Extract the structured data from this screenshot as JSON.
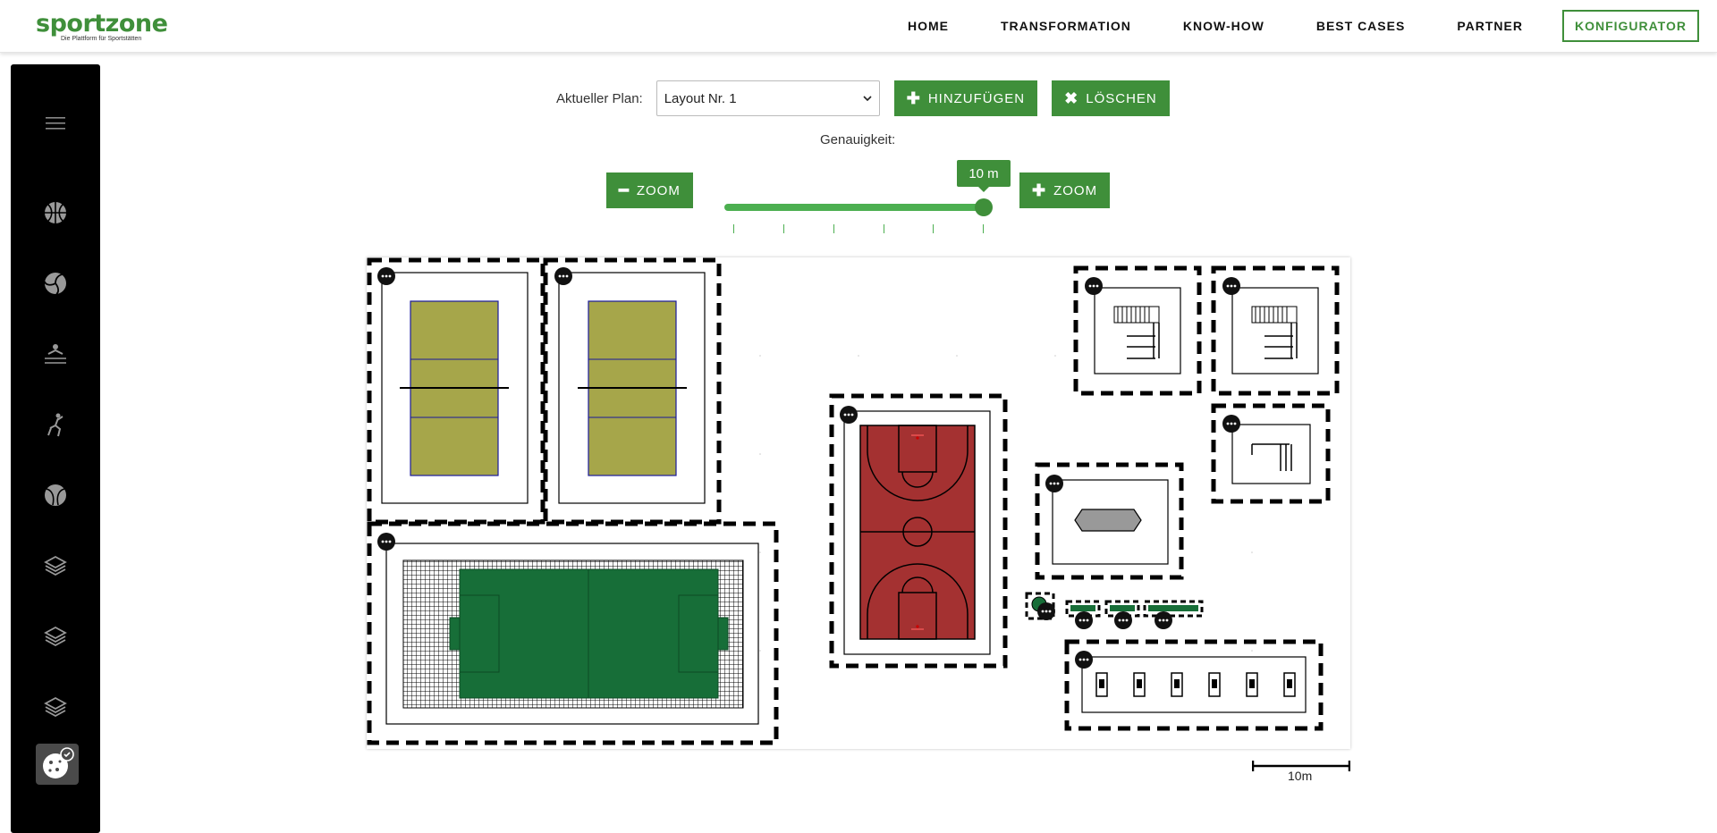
{
  "brand": {
    "name": "sportzone",
    "tagline": "Die Plattform für Sportstätten"
  },
  "nav": {
    "items": [
      "HOME",
      "TRANSFORMATION",
      "KNOW-HOW",
      "BEST CASES",
      "PARTNER"
    ],
    "cta": "KONFIGURATOR"
  },
  "toolbar": {
    "plan_label": "Aktueller Plan:",
    "plan_value": "Layout Nr. 1",
    "add_label": "HINZUFÜGEN",
    "delete_label": "LÖSCHEN",
    "accuracy_label": "Genauigkeit:",
    "zoom_out_label": "ZOOM",
    "zoom_in_label": "ZOOM",
    "slider_value": "10 m",
    "slider_level": 1.0
  },
  "scale_label": "10m",
  "sidebar_icons": [
    "menu-icon",
    "basketball-icon",
    "volleyball-icon",
    "swimming-icon",
    "climbing-icon",
    "tennis-ball-icon",
    "layers-icon",
    "layers-icon",
    "layers-icon",
    "cookie-icon"
  ],
  "colors": {
    "brand_green": "#3f8f3a",
    "slider_green": "#4caf50",
    "court_olive": "#a6a64a",
    "court_red": "#a43131",
    "pitch_green": "#176e38"
  }
}
